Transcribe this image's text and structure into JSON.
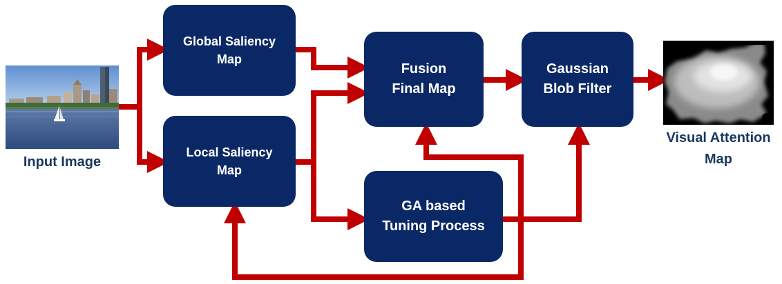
{
  "input": {
    "caption": "Input Image"
  },
  "boxes": {
    "global": {
      "line1": "Global Saliency",
      "line2": "Map"
    },
    "local": {
      "line1": "Local Saliency",
      "line2": "Map"
    },
    "fusion": {
      "line1": "Fusion",
      "line2": "Final Map"
    },
    "gaussian": {
      "line1": "Gaussian",
      "line2": "Blob Filter"
    },
    "ga": {
      "line1": "GA based",
      "line2": "Tuning Process"
    }
  },
  "output": {
    "caption_line1": "Visual Attention",
    "caption_line2": "Map"
  },
  "colors": {
    "box_fill": "#0b2866",
    "arrow": "#c00000",
    "caption": "#17375e"
  }
}
